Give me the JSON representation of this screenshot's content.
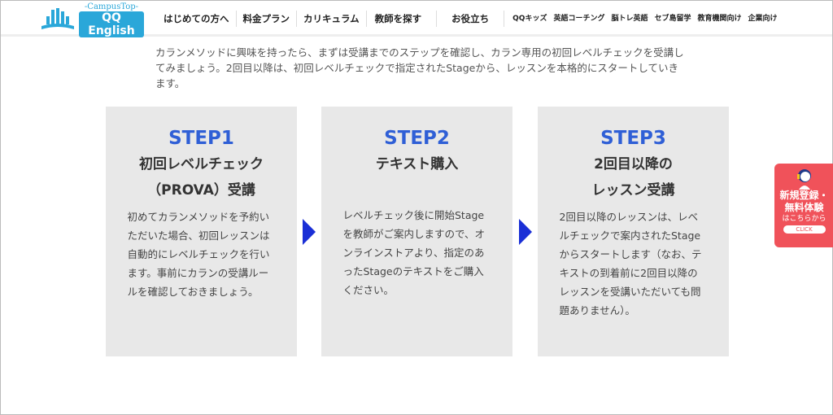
{
  "header": {
    "logo_sub": "-CampusTop-",
    "logo_main": "QQ English",
    "nav_main": [
      "はじめての方へ",
      "料金プラン",
      "カリキュラム",
      "教師を探す",
      "お役立ち"
    ],
    "nav_sub": [
      "QQキッズ",
      "英語コーチング",
      "脳トレ英語",
      "セブ島留学",
      "教育機関向け",
      "企業向け"
    ]
  },
  "intro": "カランメソッドに興味を持ったら、まずは受講までのステップを確認し、カラン専用の初回レベルチェックを受講してみましょう。2回目以降は、初回レベルチェックで指定されたStageから、レッスンを本格的にスタートしていきます。",
  "steps": [
    {
      "step": "STEP1",
      "title1": "初回レベルチェック",
      "title2": "（PROVA）受講",
      "body": "初めてカランメソッドを予約いただいた場合、初回レッスンは自動的にレベルチェックを行います。事前にカランの受講ルールを確認しておきましょう。"
    },
    {
      "step": "STEP2",
      "title1": "テキスト購入",
      "title2": "",
      "body": "レベルチェック後に開始Stageを教師がご案内しますので、オンラインストアより、指定のあったStageのテキストをご購入ください。"
    },
    {
      "step": "STEP3",
      "title1": "2回目以降の",
      "title2": "レッスン受講",
      "body": "2回目以降のレッスンは、レベルチェックで案内されたStageからスタートします（なお、テキストの到着前に2回目以降のレッスンを受講いただいても問題ありません）。"
    }
  ],
  "cta": {
    "line1": "新規登録・",
    "line2": "無料体験",
    "sub": "はこちらから",
    "button": "CLICK"
  }
}
